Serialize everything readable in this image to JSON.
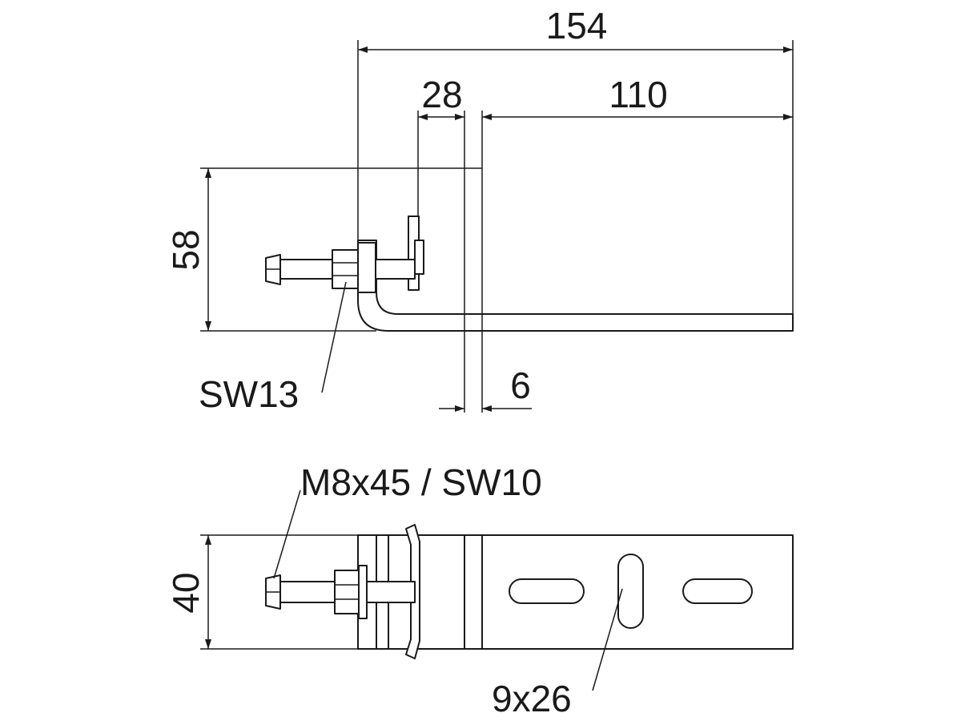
{
  "dimensions": {
    "overall_length": "154",
    "flange_width": "28",
    "slot_length": "110",
    "height": "58",
    "thickness": "6",
    "width": "40"
  },
  "callouts": {
    "nut_size": "SW13",
    "bolt_spec": "M8x45 / SW10",
    "slot_size": "9x26"
  },
  "colors": {
    "line": "#1a1a1a",
    "background": "#ffffff"
  }
}
